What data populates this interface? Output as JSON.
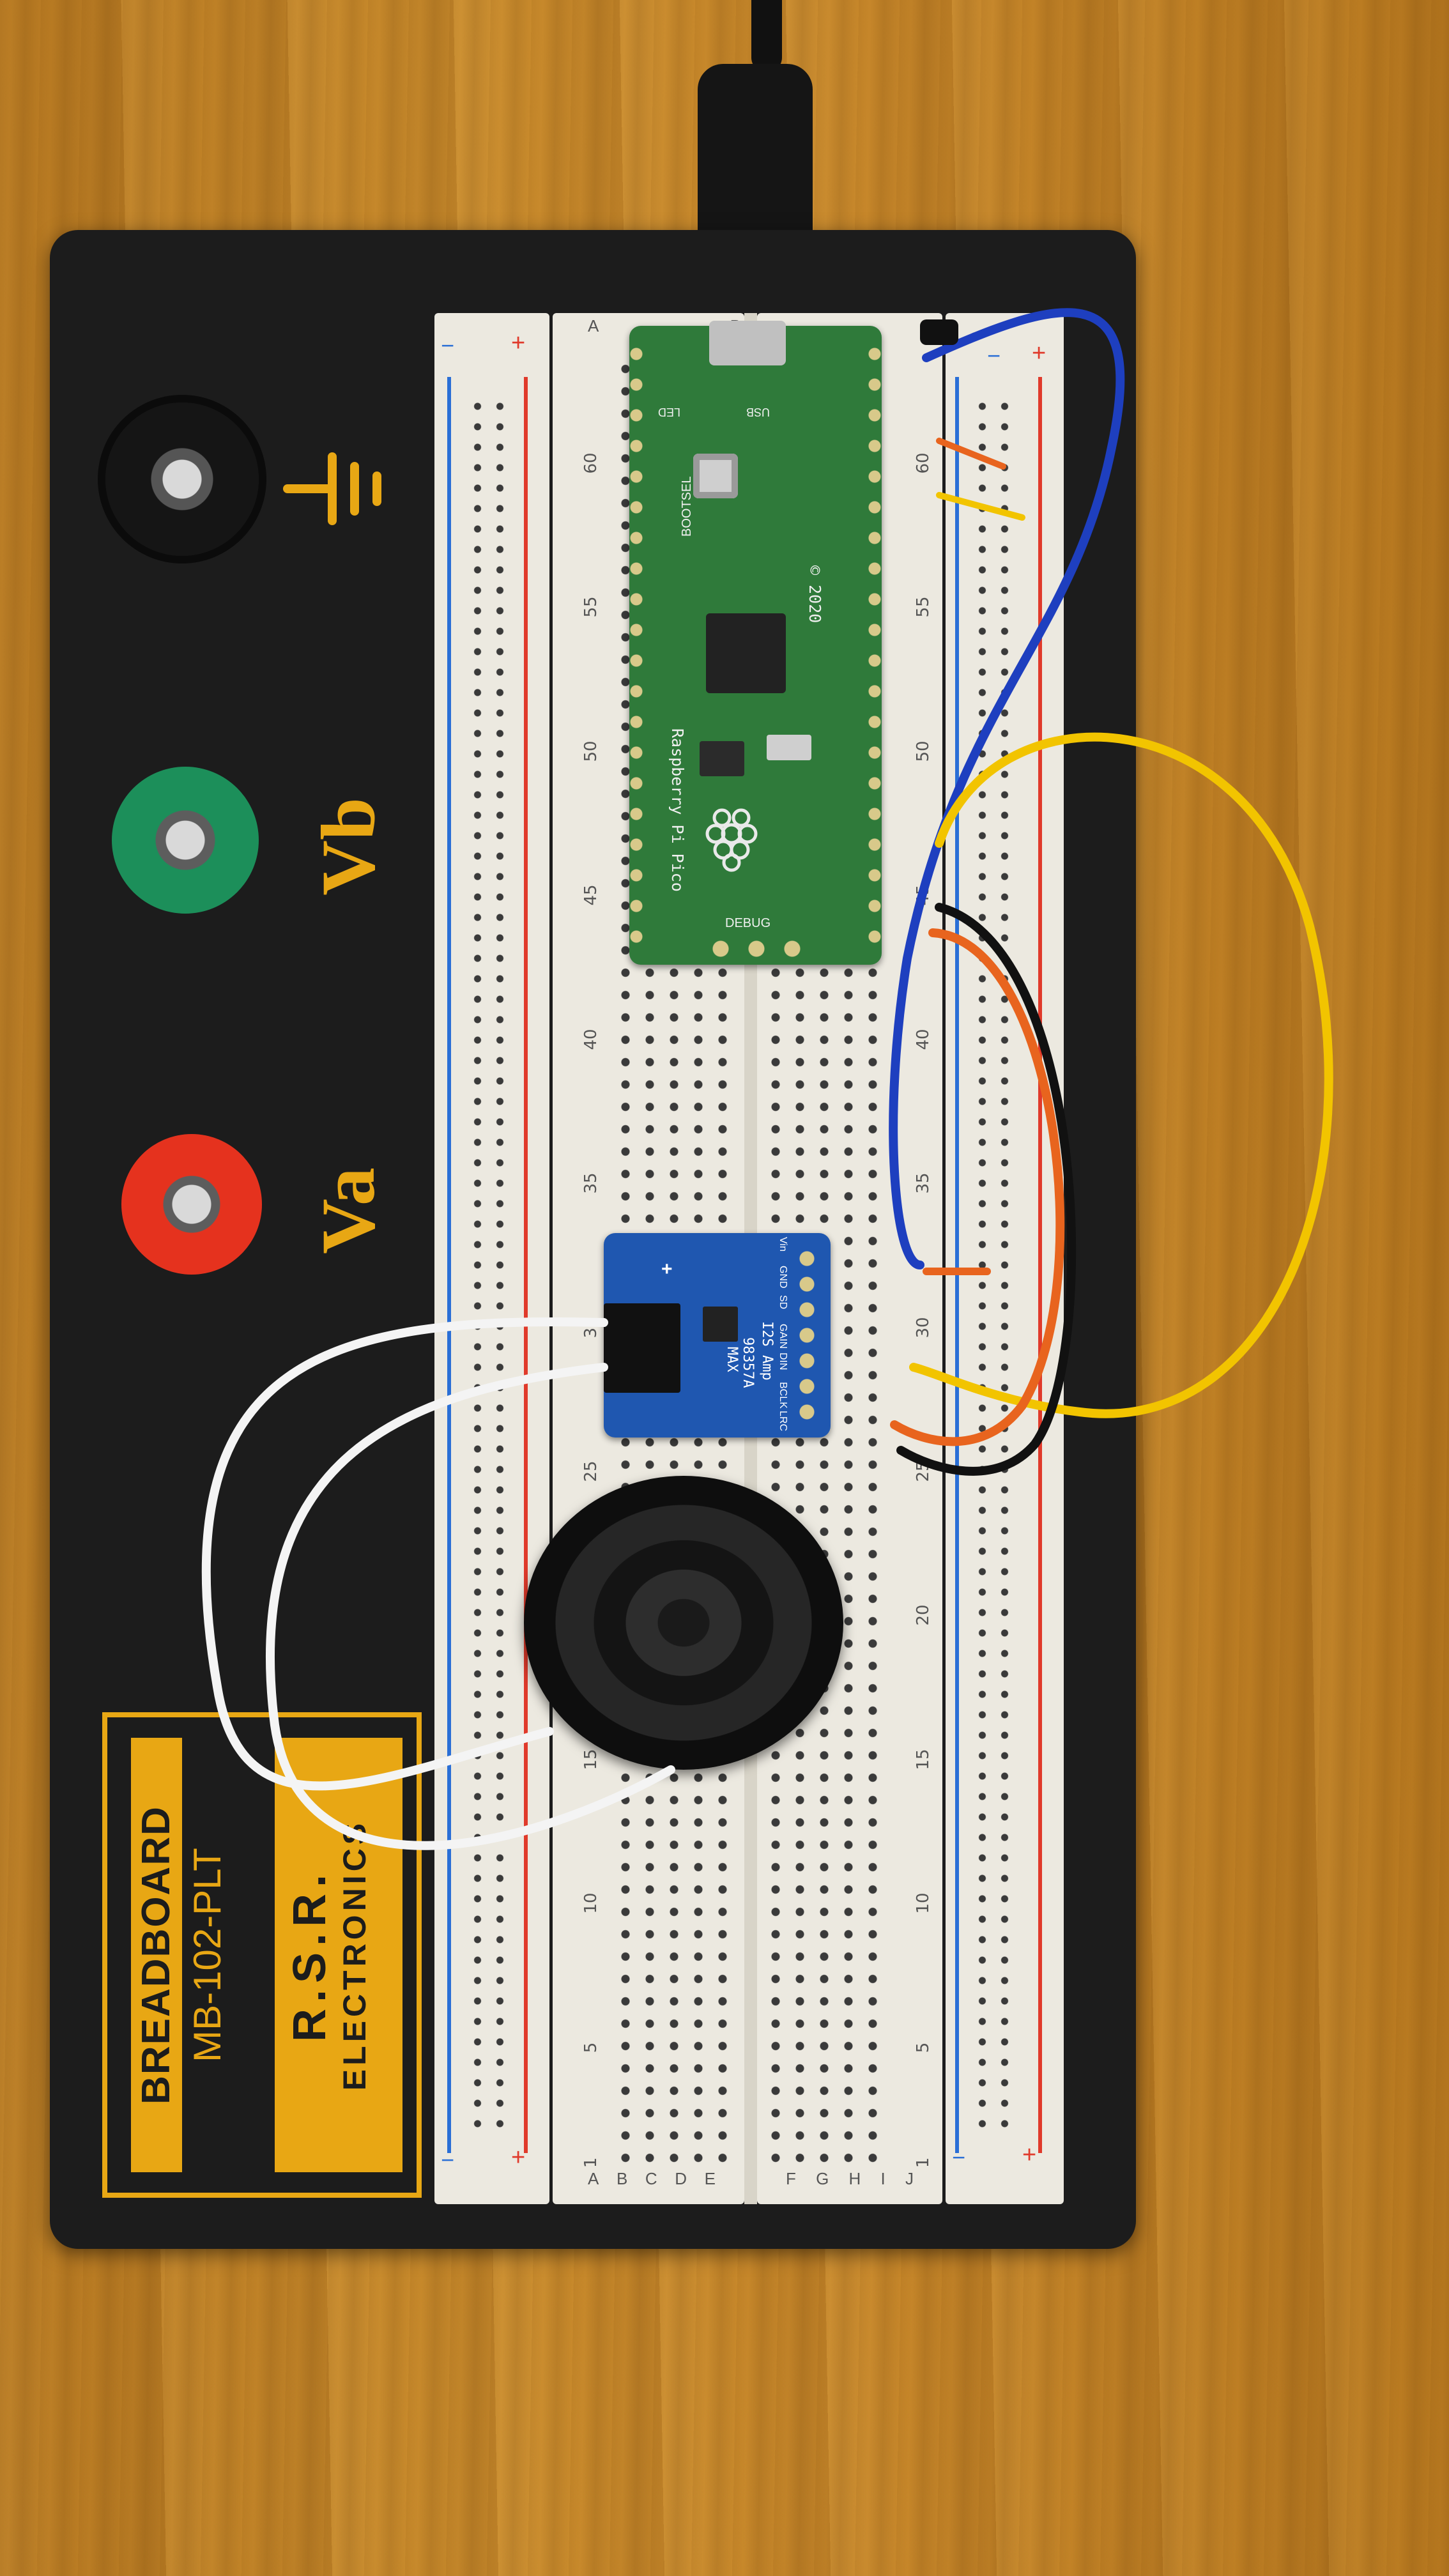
{
  "base": {
    "brand_title": "BREADBOARD",
    "model": "MB-102-PLT",
    "maker_name": "R.S.R.",
    "maker_sub": "ELECTRONICS",
    "posts": [
      "Va",
      "Vb"
    ],
    "ground_symbol": "ground-symbol"
  },
  "breadboard": {
    "rail_plus": "+",
    "rail_minus": "−",
    "row_letters_top": [
      "A",
      "B",
      "C",
      "D",
      "E"
    ],
    "row_letters_bottom": [
      "F",
      "G",
      "H",
      "I",
      "J"
    ],
    "column_numbers": [
      "1",
      "5",
      "10",
      "15",
      "20",
      "25",
      "30",
      "35",
      "40",
      "45",
      "50",
      "55",
      "60"
    ]
  },
  "pico": {
    "name": "Raspberry Pi Pico",
    "year": "© 2020",
    "bootsel": "BOOTSEL",
    "usb": "USB",
    "led": "LED",
    "debug": "DEBUG"
  },
  "amp": {
    "chip": "MAX",
    "part": "98357A",
    "desc": "I2S Amp",
    "pins": [
      "LRC",
      "BCLK",
      "DIN",
      "GAIN",
      "SD",
      "GND",
      "Vin"
    ],
    "plus": "+"
  },
  "colors": {
    "board": "#1c1c1c",
    "breadboard": "#ece9e0",
    "pico_green": "#2f7a3a",
    "amp_blue": "#1f57b0",
    "yellow_label": "#e8a714",
    "wire_yellow": "#f2c400",
    "wire_orange": "#e8641e",
    "wire_black": "#111111",
    "wire_blue": "#1e3fbf",
    "wire_white": "#f4f4f4",
    "post_red": "#e5321e",
    "post_green": "#1c8f5a",
    "post_black": "#151515"
  }
}
